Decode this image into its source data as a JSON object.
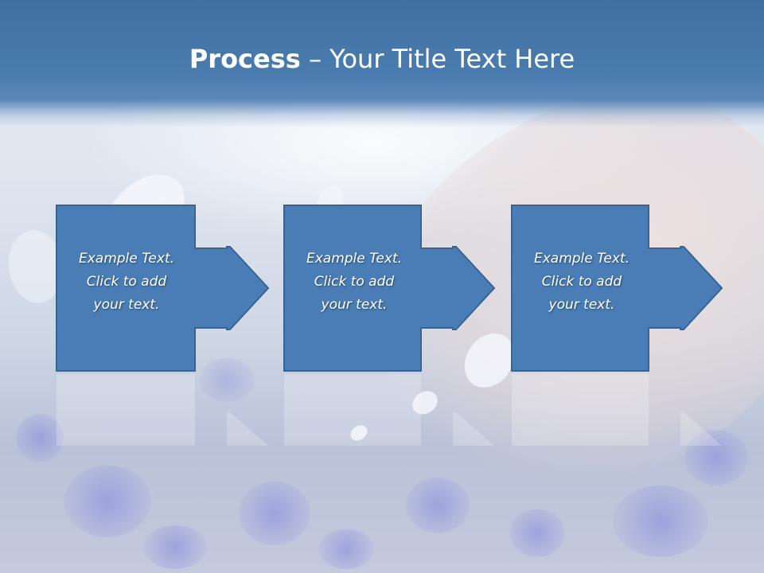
{
  "slide": {
    "title_bold": "Process",
    "title_rest": " – Your Title Text Here"
  },
  "steps": [
    {
      "line1": "Example Text.",
      "line2": "Click  to add",
      "line3": "your text."
    },
    {
      "line1": "Example Text.",
      "line2": "Click  to add",
      "line3": "your text."
    },
    {
      "line1": "Example Text.",
      "line2": "Click  to add",
      "line3": "your text."
    }
  ],
  "colors": {
    "title_band": "#4b7caf",
    "shape_fill": "#4a7db5",
    "shape_stroke": "#3b638f",
    "title_text": "#ffffff"
  },
  "background": {
    "image": "hand-holding-petals-over-blue-flax-field"
  }
}
